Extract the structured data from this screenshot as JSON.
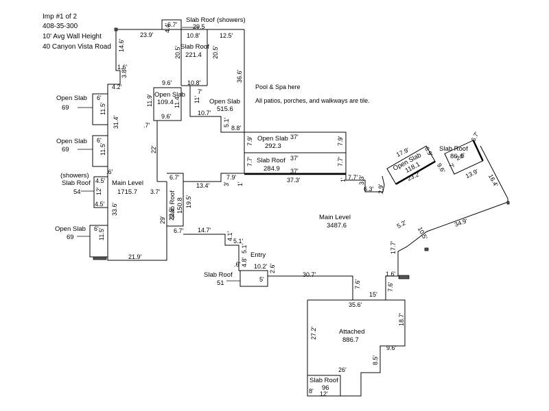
{
  "header": {
    "line1": "Imp #1 of 2",
    "line2": "408-35-300",
    "line3": "10' Avg Wall Height",
    "line4": "40 Canyon Vista Road"
  },
  "notes": {
    "pool": "Pool & Spa here",
    "tile": "All patios, porches, and walkways are tile."
  },
  "areas": {
    "slab_roof_showers_top": {
      "label": "Slab Roof",
      "tag": "(showers)"
    },
    "slab_roof_221": {
      "label": "Slab Roof",
      "value": "221.4"
    },
    "open_slab_109": {
      "label": "Open Slab",
      "value": "109.4"
    },
    "open_slab_515": {
      "label": "Open Slab",
      "value": "515.6"
    },
    "open_slab_292": {
      "label": "Open Slab",
      "value": "292.3"
    },
    "slab_roof_284": {
      "label": "Slab Roof",
      "value": "284.9"
    },
    "open_slab_118": {
      "label": "Open Slab",
      "value": "118.1"
    },
    "slab_roof_86": {
      "label": "Slab Roof",
      "value": "86.4"
    },
    "open_slab_69a": {
      "label": "Open Slab",
      "value": "69"
    },
    "open_slab_69b": {
      "label": "Open Slab",
      "value": "69"
    },
    "open_slab_69c": {
      "label": "Open Slab",
      "value": "69"
    },
    "slab_roof_54": {
      "tag": "(showers)",
      "label": "Slab Roof",
      "value": "54"
    },
    "main_level_1715": {
      "label": "Main Level",
      "value": "1715.7"
    },
    "slab_roof_150": {
      "label": "Slab Roof",
      "value": "150.8"
    },
    "main_level_3487": {
      "label": "Main Level",
      "value": "3487.6"
    },
    "entry": {
      "label": "Entry"
    },
    "slab_roof_51": {
      "label": "Slab Roof",
      "value": "51"
    },
    "attached": {
      "label": "Attached",
      "value": "886.7"
    },
    "slab_roof_96": {
      "label": "Slab Roof",
      "value": "96"
    }
  },
  "dims": {
    "d_4_4": "4.4'",
    "d_6_7a": "6.7'",
    "d_29_5": "29.5",
    "d_23_9": "23.9'",
    "d_10_8a": "10.8'",
    "d_12_5": "12.5'",
    "d_14_6": "14.6'",
    "d_20_5a": "20.5'",
    "d_20_5b": "20.5'",
    "d_1_6a": "1.6'",
    "d_3_8": "3.8'",
    "d_4_2": "4.2'",
    "d_9_6a": "9.6'",
    "d_10_8b": "10.8'",
    "d_36_6": "36.6'",
    "d_7a": "7'",
    "d_11_9": "11.9'",
    "d_11_4": "11.4'",
    "d_11a": "11'",
    "d_10_7": "10.7'",
    "d_9_6b": "9.6'",
    "d_5_1a": "5.1'",
    "d_8_8": "8.8'",
    "d_37a": "37'",
    "d_7_9a": "7.9'",
    "d_7_9b": "7.9'",
    "d_37b": "37'",
    "d_7_7a": "7.7'",
    "d_7_7b": "7.7'",
    "d_37c": "37'",
    "d_6a": "6'",
    "d_11_5a": "11.5'",
    "d_31_4": "31.4'",
    "d_7b": ".7'",
    "d_6b": "6'",
    "d_11_5b": "11.5'",
    "d_22": "22'",
    "d_6c": ".6'",
    "d_4_5a": "4.5'",
    "d_12": "12'",
    "d_4_5b": "4.5'",
    "d_33_6": "33.6'",
    "d_3_7": "3.7'",
    "d_6_7b": "6.7'",
    "d_13_4": "13.4'",
    "d_7_9c": "7.9'",
    "d_3a": "3'",
    "d_1a": "1'",
    "d_37_3": "37.3'",
    "d_1b": "1'",
    "d_7_7c": "7.7'",
    "d_3_3": "3.3'",
    "d_6_3": "6.3'",
    "d_2_9": "2.9'",
    "d_17_9": "17.9'",
    "d_6_9": "6.9'",
    "d_23_2": "23.2'",
    "d_9_6c": "9.6'",
    "d_2_9b": "2.9'",
    "d_6_7c": "6.7'",
    "d_13_9": "13.9'",
    "d_7c": "7'",
    "d_16_4": "16.4'",
    "d_19_5": "19.5'",
    "d_22_5": "22.5'",
    "d_29": "29'",
    "d_6_7d": "6.7'",
    "d_14_7": "14.7'",
    "d_4_1": "4.1'",
    "d_5_1b": "5.1'",
    "d_5_1c": "5.1'",
    "d_4_8": "4.8'",
    "d_6d": "6'",
    "d_11_5c": "11.5'",
    "d_21_9": "21.9'",
    "d_6e": ".6'",
    "d_10_2": "10.2'",
    "d_2_6": "2.6'",
    "d_5": "5'",
    "d_30_7": "30.7'",
    "d_7_6a": "7.6'",
    "d_1_6b": "1.6'",
    "d_17_7": "17.7'",
    "d_5_2": "5.2'",
    "d_10_5": "10.5'",
    "d_34_9": "34.9'",
    "d_15": "15'",
    "d_7_6b": "7.6'",
    "d_35_6": "35.6'",
    "d_18_7": "18.7'",
    "d_27_2": "27.2'",
    "d_9_6d": "9.6'",
    "d_8_5": "8.5'",
    "d_26": "26'",
    "d_8": "8'",
    "d_12b": "12'"
  }
}
